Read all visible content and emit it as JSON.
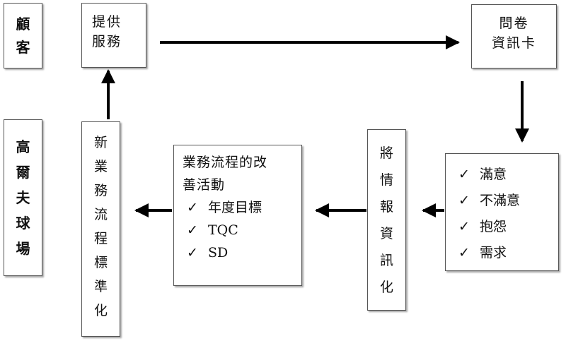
{
  "customer_label": "顧客",
  "club_label": "高爾夫球場",
  "provide_service": [
    "提供",
    "服務"
  ],
  "questionnaire": [
    "問卷",
    "資訊卡"
  ],
  "satisfaction": {
    "check_mark": "✓",
    "items": [
      "滿意",
      "不滿意",
      "抱怨",
      "需求"
    ]
  },
  "informatize": "將情報資訊化",
  "improvement": {
    "title": [
      "業務流程的改",
      "善活動"
    ],
    "check_mark": "✓",
    "items": [
      "年度目標",
      "TQC",
      "SD"
    ]
  },
  "standardize": "新業務流程標準化"
}
